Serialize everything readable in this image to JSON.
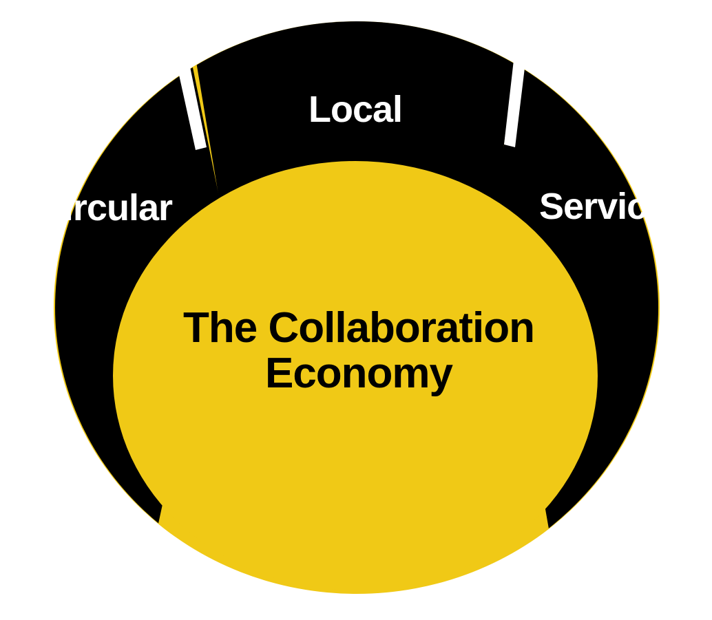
{
  "diagram": {
    "segments": {
      "circular": {
        "label": "Circular"
      },
      "local": {
        "label": "Local"
      },
      "services": {
        "label": "Services"
      }
    },
    "center": {
      "line1": "The Collaboration",
      "line2": "Economy"
    }
  },
  "colors": {
    "accent_yellow": "#F0C916",
    "segment_fill": "#000000",
    "segment_text": "#ffffff",
    "center_text": "#000000",
    "background": "#ffffff"
  }
}
